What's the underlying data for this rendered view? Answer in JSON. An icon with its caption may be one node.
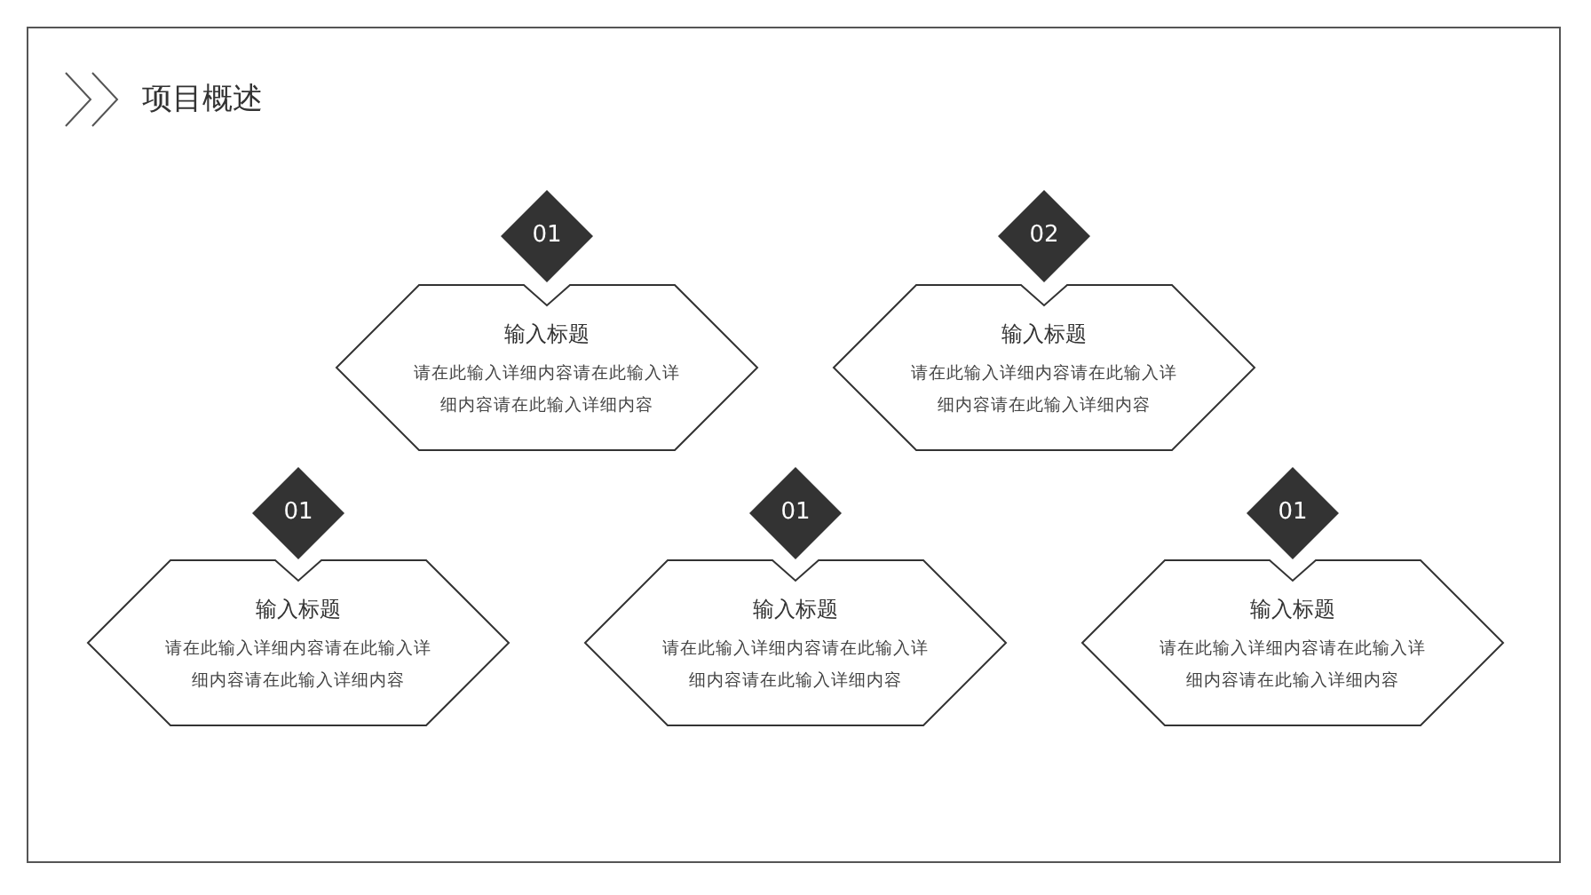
{
  "diagram": {
    "title": "项目概述",
    "nodes": [
      {
        "text": [
          "01"
        ]
      },
      {
        "text": [
          "输入标题",
          "请在此输入详细内容请在此输入详细内容请在此输入详细内容"
        ]
      },
      {
        "text": [
          "02"
        ]
      },
      {
        "text": [
          "输入标题",
          "请在此输入详细内容请在此输入详细内容请在此输入详细内容"
        ]
      },
      {
        "text": [
          "01"
        ]
      },
      {
        "text": [
          "输入标题",
          "请在此输入详细内容请在此输入详细内容请在此输入详细内容"
        ]
      },
      {
        "text": [
          "01"
        ]
      },
      {
        "text": [
          "输入标题",
          "请在此输入详细内容请在此输入详细内容请在此输入详细内容"
        ]
      },
      {
        "text": [
          "01"
        ]
      },
      {
        "text": [
          "输入标题",
          "请在此输入详细内容请在此输入详细内容请在此输入详细内容"
        ]
      }
    ]
  }
}
